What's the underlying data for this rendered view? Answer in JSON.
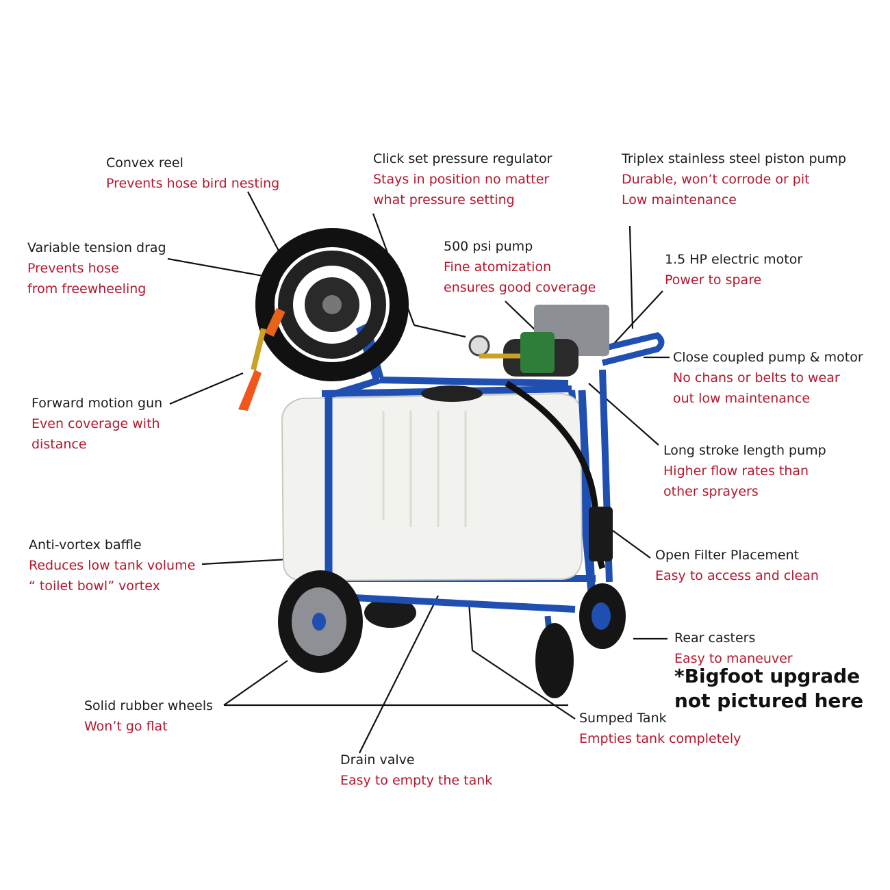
{
  "callouts": {
    "convex_reel": {
      "title": "Convex reel",
      "lines": [
        "Prevents hose bird nesting"
      ]
    },
    "pressure_regulator": {
      "title": "Click set pressure regulator",
      "lines": [
        "Stays in position no matter",
        "what pressure setting"
      ]
    },
    "triplex_pump": {
      "title": "Triplex stainless steel piston pump",
      "lines": [
        "Durable, won’t corrode or pit",
        "Low maintenance"
      ]
    },
    "tension_drag": {
      "title": "Variable tension drag",
      "lines": [
        "Prevents hose",
        "from freewheeling"
      ]
    },
    "psi_pump": {
      "title": "500 psi pump",
      "lines": [
        "Fine atomization",
        "ensures good coverage"
      ]
    },
    "electric_motor": {
      "title": "1.5 HP electric motor",
      "lines": [
        "Power to spare"
      ]
    },
    "close_coupled": {
      "title": "Close coupled pump & motor",
      "lines": [
        "No chans or belts to wear",
        "out low maintenance"
      ]
    },
    "forward_gun": {
      "title": "Forward motion gun",
      "lines": [
        "Even coverage with",
        "distance"
      ]
    },
    "long_stroke": {
      "title": "Long stroke length pump",
      "lines": [
        "Higher flow rates than",
        "other sprayers"
      ]
    },
    "anti_vortex": {
      "title": "Anti-vortex baffle",
      "lines": [
        "Reduces low tank volume",
        "“ toilet bowl” vortex"
      ]
    },
    "open_filter": {
      "title": "Open Filter Placement",
      "lines": [
        "Easy to access and clean"
      ]
    },
    "rear_casters": {
      "title": "Rear casters",
      "lines": [
        "Easy to maneuver"
      ]
    },
    "rubber_wheels": {
      "title": "Solid rubber wheels",
      "lines": [
        "Won’t go flat"
      ]
    },
    "sumped_tank": {
      "title": "Sumped Tank",
      "lines": [
        "Empties tank completely"
      ]
    },
    "drain_valve": {
      "title": "Drain valve",
      "lines": [
        "Easy to empty the tank"
      ]
    }
  },
  "note": {
    "line1": "*Bigfoot upgrade",
    "line2": "not pictured here"
  },
  "colors": {
    "title": "#1a1a1a",
    "description": "#b5162b",
    "frame": "#1f4fb0",
    "tank": "#f2f2ee",
    "hose": "#111111"
  }
}
